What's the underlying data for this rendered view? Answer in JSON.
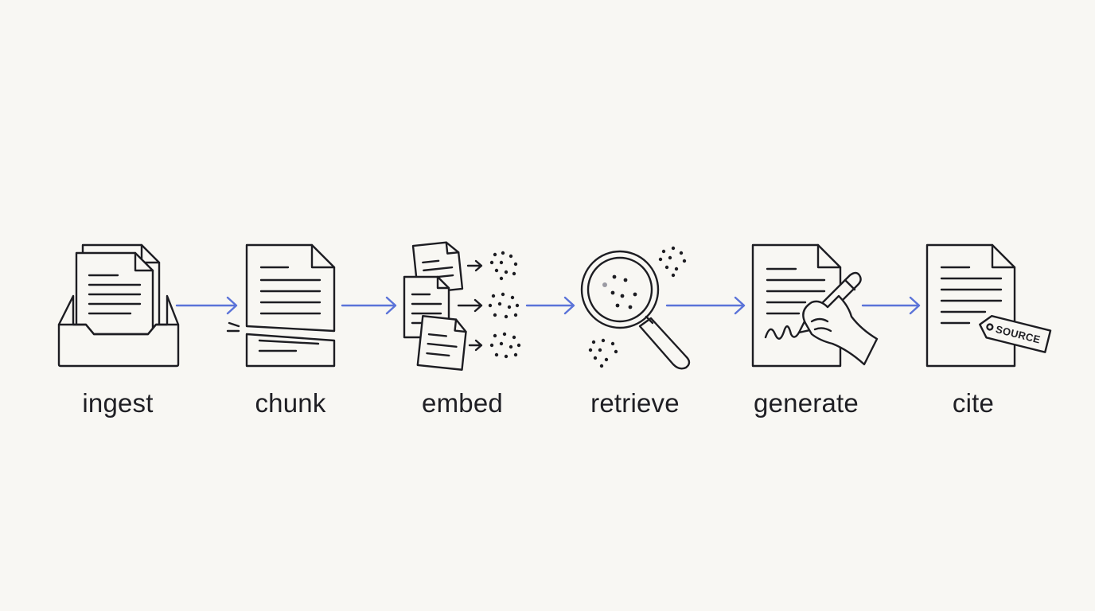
{
  "pipeline": {
    "accent_color": "#5b73d8",
    "stroke_color": "#1d1d22",
    "background_color": "#f8f7f3",
    "steps": [
      {
        "label": "ingest",
        "icon": "inbox-tray-documents-icon"
      },
      {
        "label": "chunk",
        "icon": "split-document-icon"
      },
      {
        "label": "embed",
        "icon": "documents-to-vectors-icon"
      },
      {
        "label": "retrieve",
        "icon": "magnifier-search-icon"
      },
      {
        "label": "generate",
        "icon": "document-with-pen-icon"
      },
      {
        "label": "cite",
        "icon": "document-with-source-tag-icon"
      }
    ],
    "tag_text": "SOURCE"
  }
}
